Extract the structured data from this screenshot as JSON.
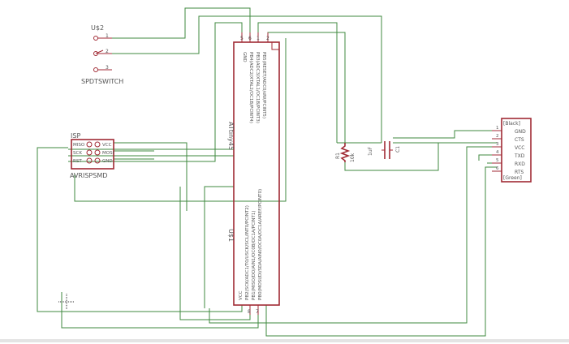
{
  "switch": {
    "name": "U$2",
    "value": "SPDTSWITCH",
    "pins": [
      "1",
      "2",
      "3"
    ]
  },
  "isp": {
    "name": "ISP",
    "value": "AVRISPSMD",
    "left_pins": [
      "MISO",
      "SCK",
      "RST"
    ],
    "right_pins": [
      "VCC",
      "MOSI",
      "GND"
    ]
  },
  "mcu": {
    "name": "ATtiny45",
    "designator": "U$1",
    "top_pins": [
      "5",
      "6",
      "1",
      "2"
    ],
    "bottom_pins": [
      "8",
      "7"
    ],
    "right_labels": [
      "GND",
      "PB4(ADC2/XTAL2/OC1B/PCINT4)",
      "PB3(ADC3/XTAL1/OC1B/PCINT3)",
      "PB5(RESET/ADC0/dW/PCINT5)"
    ],
    "left_labels": [
      "VCC",
      "PB2(SCK/ADC1/T0/USCK/SCL/INT0/PCINT2)",
      "PB1(MISO/DO/AIN1/OC0B/OC1A/PCINT1)",
      "PB0(MOSI/DI/SDA/AIN0/OC0A/OC1A/AREF/PCINT0)"
    ]
  },
  "resistor": {
    "name": "R1",
    "value": "10k"
  },
  "capacitor": {
    "name": "C1",
    "value": "1uF"
  },
  "ftdi": {
    "top_label": "[Black]",
    "bottom_label": "[Green]",
    "pins": [
      {
        "num": "1",
        "name": "GND"
      },
      {
        "num": "2",
        "name": "CTS"
      },
      {
        "num": "3",
        "name": "VCC"
      },
      {
        "num": "4",
        "name": "TXD"
      },
      {
        "num": "5",
        "name": "RXD"
      },
      {
        "num": "6",
        "name": "RTS"
      }
    ]
  },
  "colors": {
    "wire": "#3f8a3f",
    "part": "#a02a34",
    "text": "#555555",
    "background": "#ffffff"
  }
}
